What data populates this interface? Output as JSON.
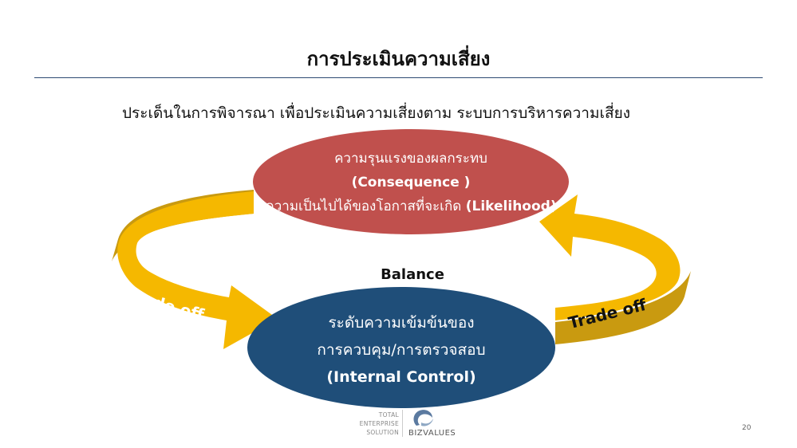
{
  "slide": {
    "title": "การประเมินความเสี่ยง",
    "subtitle": "ประเด็นในการพิจารณา เพื่อประเมินความเสี่ยงตาม ระบบการบริหารความเสี่ยง"
  },
  "diagram": {
    "top_ellipse": {
      "line1": "ความรุนแรงของผลกระทบ",
      "line2": "(Consequence )",
      "line3_th": "ความเป็นไปได้ของโอกาสที่จะเกิด",
      "line3_en": "(Likelihood)",
      "color": "#c0504d"
    },
    "bottom_ellipse": {
      "line1": "ระดับความเข้มข้นของ",
      "line2": "การควบคุม/การตรวจสอบ",
      "line3": "(Internal Control)",
      "color": "#1f4e79"
    },
    "center_label": "Balance",
    "left_arrow_label": "Trade off",
    "right_arrow_label": "Trade off",
    "arrow_color": "#f5b800",
    "arrow_shadow_color": "#c99a10"
  },
  "footer": {
    "tagline_1": "TOTAL",
    "tagline_2": "ENTERPRISE",
    "tagline_3": "SOLUTION",
    "brand": "BIZVALUES",
    "page_number": "20"
  }
}
